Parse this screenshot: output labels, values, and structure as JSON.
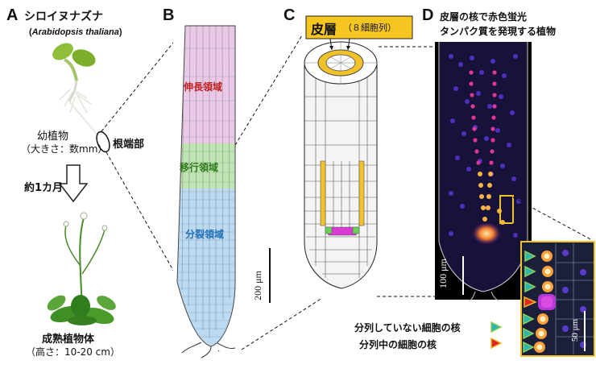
{
  "panel_a": {
    "letter": "A",
    "title": "シロイヌナズナ",
    "subtitle_species": "Arabidopsis thaliana",
    "seedling_label": "幼植物",
    "seedling_size": "（大きさ：数mm）",
    "root_tip_label": "根端部",
    "arrow_label": "約1カ月",
    "mature_label": "成熟植物体",
    "mature_height": "（高さ：10-20 cm）"
  },
  "panel_b": {
    "letter": "B",
    "elongation_zone": "伸長領域",
    "transition_zone": "移行領域",
    "division_zone": "分裂領域",
    "scale": "200 μm",
    "colors": {
      "elongation": "#e9c9e6",
      "transition": "#bfe5b3",
      "division": "#bcdaf2"
    }
  },
  "panel_c": {
    "letter": "C",
    "cortex_title": "皮層",
    "cortex_note": "（８細胞列）",
    "colors": {
      "cortex": "#f2c22b",
      "initial_magenta": "#d93ad2",
      "initial_green": "#6bd155"
    }
  },
  "panel_d": {
    "letter": "D",
    "title_line1": "皮層の核で赤色蛍光",
    "title_line2": "タンパク質を発現する植物",
    "scale_main": "100 μm",
    "scale_inset": "50 μm"
  },
  "legend": {
    "non_dividing": "分列していない細胞の核",
    "dividing": "分列中の細胞の核"
  }
}
